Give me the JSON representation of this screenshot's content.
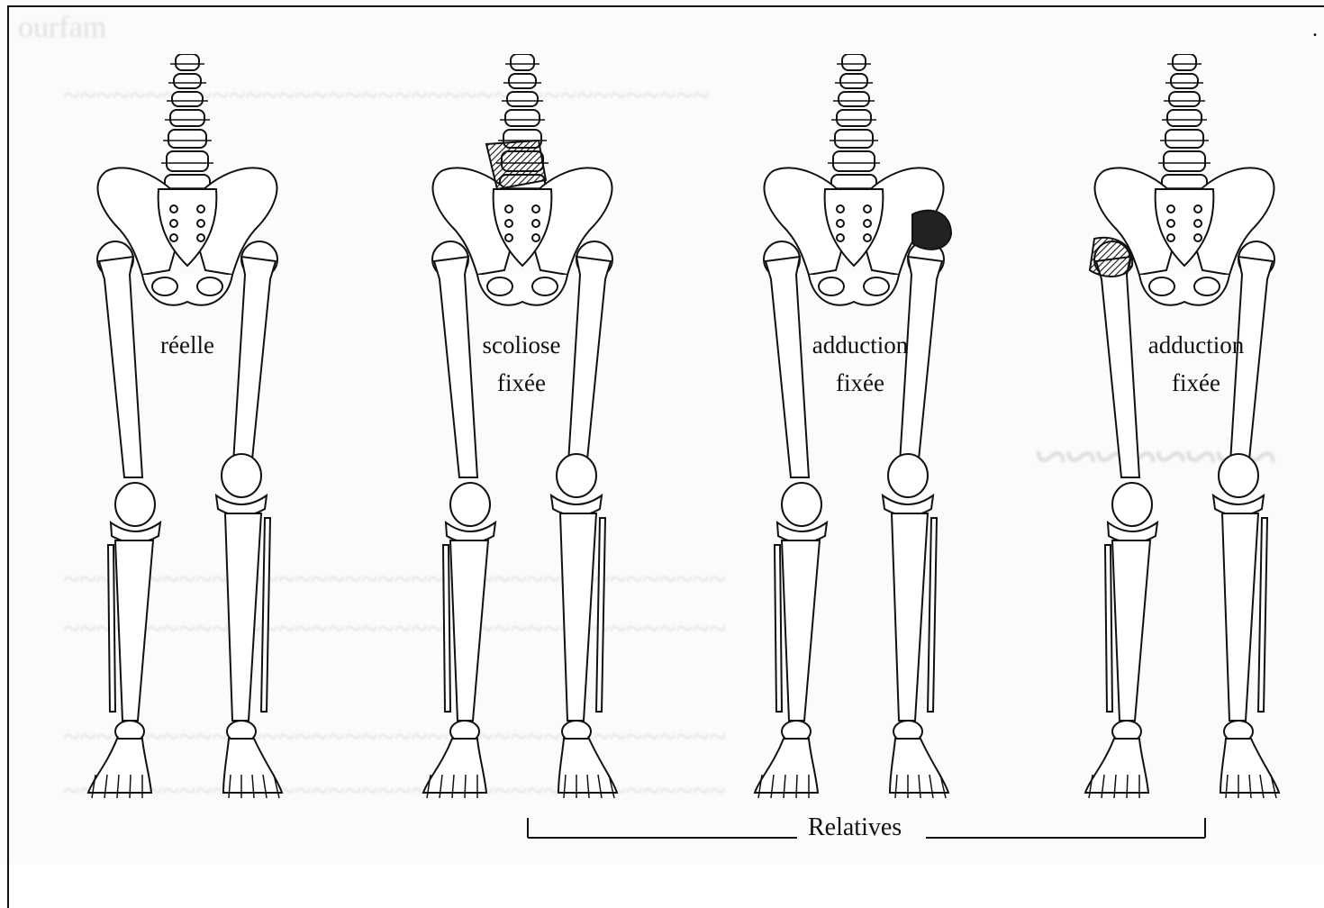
{
  "figures": [
    {
      "id": "reelle",
      "caption_lines": [
        "réelle"
      ],
      "highlight": "none"
    },
    {
      "id": "scoliose",
      "caption_lines": [
        "scoliose",
        "fixée"
      ],
      "highlight": "lumbar"
    },
    {
      "id": "adduction-right",
      "caption_lines": [
        "adduction",
        "fixée"
      ],
      "highlight": "right-hip"
    },
    {
      "id": "adduction-left",
      "caption_lines": [
        "adduction",
        "fixée"
      ],
      "highlight": "left-hip"
    }
  ],
  "group_label": "Relatives",
  "corner_mark": "."
}
